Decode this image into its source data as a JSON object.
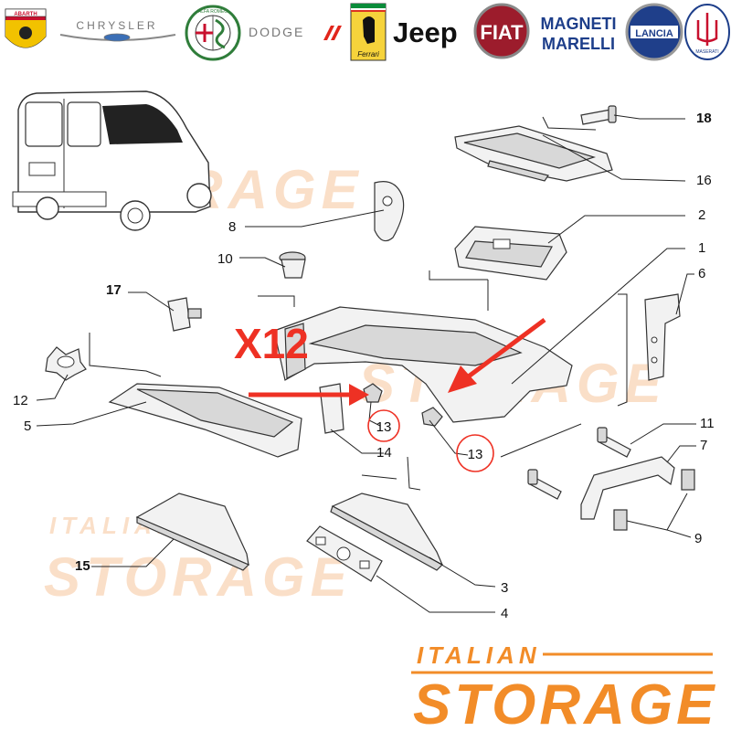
{
  "brands": {
    "abarth": "ABARTH",
    "chrysler": "CHRYSLER",
    "alfa": "ALFA ROMEO",
    "dodge": "DODGE",
    "ferrari": "Ferrari",
    "jeep": "Jeep",
    "fiat": "FIAT",
    "magneti_1": "MAGNETI",
    "magneti_2": "MARELLI",
    "lancia": "LANCIA",
    "maserati": "MASERATI"
  },
  "watermark": {
    "line1": "ITALIAN",
    "line2": "STORAGE"
  },
  "callout": {
    "quantity": "X12",
    "circled_a": "13",
    "circled_b": "13"
  },
  "labels": {
    "p18": "18",
    "p16": "16",
    "p2": "2",
    "p1": "1",
    "p6": "6",
    "p8": "8",
    "p10": "10",
    "p17": "17",
    "p12": "12",
    "p5": "5",
    "p14": "14",
    "p11": "11",
    "p7": "7",
    "p9": "9",
    "p15": "15",
    "p3": "3",
    "p4": "4"
  },
  "colors": {
    "accent": "#ee3124",
    "watermark": "#f3a463",
    "brand_orange": "#f28c28",
    "ink": "#111111"
  }
}
